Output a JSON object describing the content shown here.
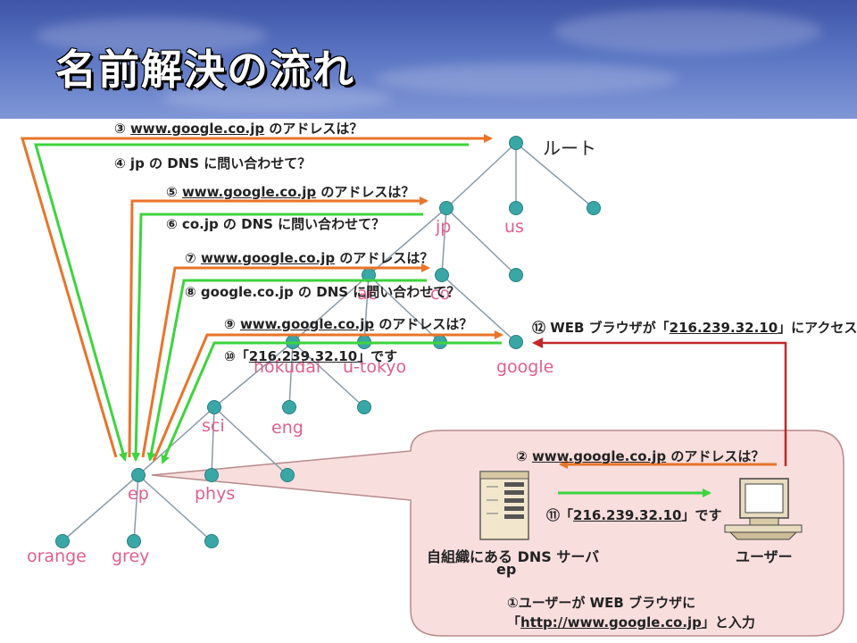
{
  "title": "名前解決の流れ",
  "root_label": "ルート",
  "nodes": {
    "jp": "jp",
    "us": "us",
    "ac": "ac",
    "co": "co",
    "hokudai": "hokudai",
    "u_tokyo": "u-tokyo",
    "google": "google",
    "sci": "sci",
    "eng": "eng",
    "ep": "ep",
    "phys": "phys",
    "orange": "orange",
    "grey": "grey"
  },
  "steps": {
    "s3_num": "③",
    "s3_domain": "www.google.co.jp",
    "s3_text": " のアドレスは？",
    "s4": "④ jp の DNS に問い合わせて？",
    "s5_num": "⑤",
    "s5_domain": "www.google.co.jp",
    "s5_text": " のアドレスは？",
    "s6": "⑥ co.jp の DNS に問い合わせて？",
    "s7_num": "⑦",
    "s7_domain": "www.google.co.jp",
    "s7_text": " のアドレスは？",
    "s8": "⑧ google.co.jp の DNS に問い合わせて？",
    "s9_num": "⑨",
    "s9_domain": "www.google.co.jp",
    "s9_text": " のアドレスは？",
    "s10_num": "⑩「",
    "s10_ip": "216.239.32.10",
    "s10_text": "」です",
    "s12_prefix": "⑫ WEB ブラウザが「",
    "s12_ip": "216.239.32.10",
    "s12_text": "」にアクセス",
    "s2_num": "②",
    "s2_domain": "www.google.co.jp",
    "s2_text": " のアドレスは？",
    "s11_prefix": "⑪「",
    "s11_ip": "216.239.32.10",
    "s11_text": "」です",
    "s1_line1": "①ユーザーが WEB ブラウザに",
    "s1_prefix": "「",
    "s1_url": "http://www.google.co.jp",
    "s1_suffix": "」と入力"
  },
  "dns_server_label": "自組織にある DNS サーバ",
  "dns_server_sub": "ep",
  "user_label": "ユーザー",
  "colors": {
    "node": "#3aa7a7",
    "tree_line": "#8a9aa6",
    "orange_arrow": "#e8742a",
    "green_arrow": "#3dd43d",
    "red_arrow": "#c0282a",
    "bubble_fill": "#f9dede",
    "bubble_stroke": "#b78a8a",
    "node_label": "#e0608a"
  }
}
